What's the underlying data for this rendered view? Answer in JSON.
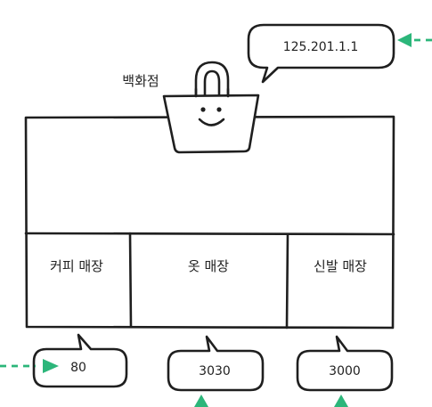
{
  "building": {
    "name": "백화점",
    "ip_address": "125.201.1.1"
  },
  "stores": [
    {
      "name": "커피 매장",
      "port": "80"
    },
    {
      "name": "옷 매장",
      "port": "3030"
    },
    {
      "name": "신발 매장",
      "port": "3000"
    }
  ],
  "colors": {
    "arrow": "#2cb67a",
    "ink": "#1f1f1f"
  },
  "icons": {
    "bag": "shopping-bag-smile-icon"
  }
}
